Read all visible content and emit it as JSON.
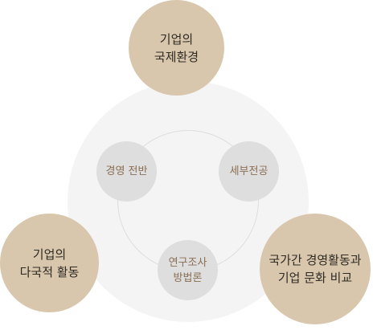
{
  "colors": {
    "outer_circle": "#d8c7ad",
    "inner_circle": "#dedede",
    "background_disc": "#f4f4f4",
    "ring": "#dedede",
    "inner_text": "#8a6f54",
    "outer_text": "#2f2a24"
  },
  "outer_nodes": {
    "top": {
      "line1": "기업의",
      "line2": "국제환경"
    },
    "left": {
      "line1": "기업의",
      "line2": "다국적 활동"
    },
    "right": {
      "line1": "국가간 경영활동과",
      "line2": "기업 문화 비교"
    }
  },
  "inner_nodes": {
    "left": {
      "label": "경영 전반"
    },
    "right": {
      "label": "세부전공"
    },
    "bottom": {
      "line1": "연구조사",
      "line2": "방법론"
    }
  }
}
